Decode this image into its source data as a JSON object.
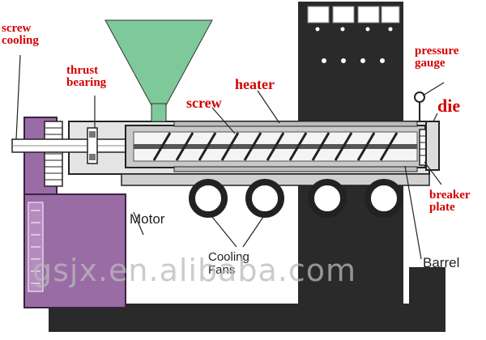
{
  "labels": {
    "screw_cooling": "screw\ncooling",
    "thrust_bearing": "thrust\nbearing",
    "heater": "heater",
    "screw": "screw",
    "pressure_gauge": "pressure\ngauge",
    "die": "die",
    "breaker_plate": "breaker\nplate",
    "motor": "Motor",
    "cooling_fans": "Cooling\nFans",
    "barrel": "Barrel"
  },
  "watermark": "gsjx.en.alibaba.com",
  "colors": {
    "label_red": "#d40000",
    "hopper_green": "#7dc99a",
    "motor_purple": "#9a6ca6",
    "cabinet_black": "#2a2a2a",
    "barrel_gray": "#c9c9c9"
  }
}
